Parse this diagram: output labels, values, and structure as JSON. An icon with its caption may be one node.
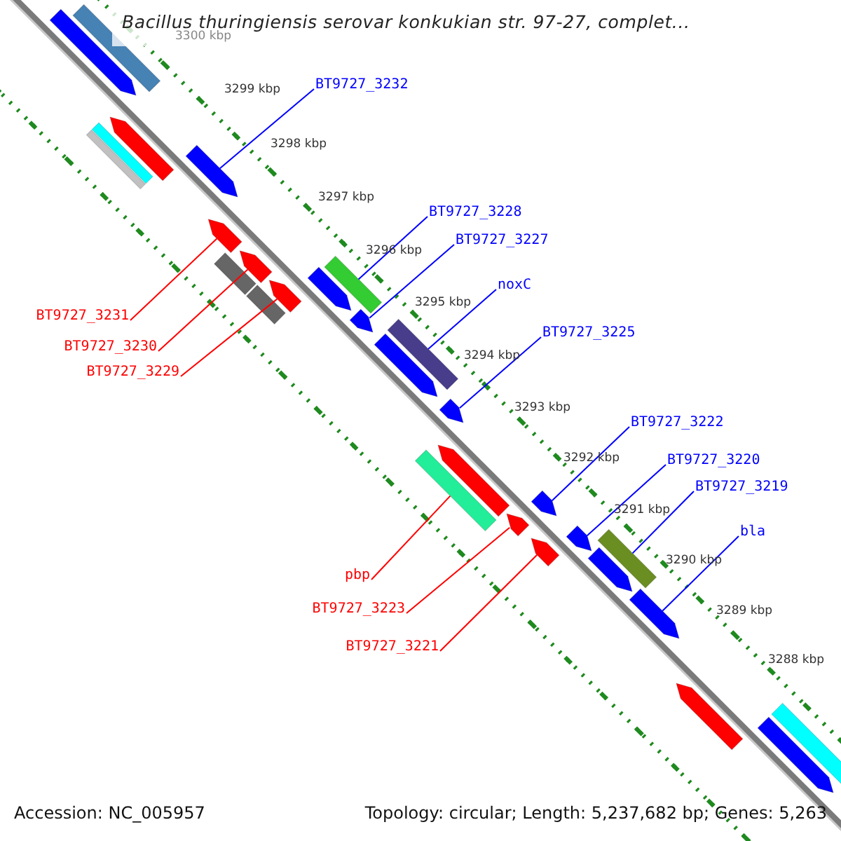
{
  "diagram": {
    "title": "Bacillus thuringiensis serovar konkukian str. 97-27, complet...",
    "nodes": [
      {
        "text": [
          "BT9727_3232"
        ]
      },
      {
        "text": [
          "BT9727_3228"
        ]
      },
      {
        "text": [
          "BT9727_3227"
        ]
      },
      {
        "text": [
          "BT9727_3231"
        ]
      },
      {
        "text": [
          "noxC"
        ]
      },
      {
        "text": [
          "BT9727_3230"
        ]
      },
      {
        "text": [
          "BT9727_3229"
        ]
      },
      {
        "text": [
          "BT9727_3225"
        ]
      },
      {
        "text": [
          "BT9727_3222"
        ]
      },
      {
        "text": [
          "BT9727_3220"
        ]
      },
      {
        "text": [
          "BT9727_3219"
        ]
      },
      {
        "text": [
          "bla"
        ]
      },
      {
        "text": [
          "pbp"
        ]
      },
      {
        "text": [
          "BT9727_3223"
        ]
      },
      {
        "text": [
          "BT9727_3221"
        ]
      },
      {
        "text": [],
        "shape": "arrow"
      },
      {
        "text": [],
        "shape": "bar"
      },
      {
        "text": [],
        "shape": "arrow"
      },
      {
        "text": [],
        "shape": "arrow"
      },
      {
        "text": [],
        "shape": "bar"
      },
      {
        "text": [],
        "shape": "arrow"
      },
      {
        "text": [],
        "shape": "arrow"
      },
      {
        "text": [],
        "shape": "arrow"
      },
      {
        "text": [],
        "shape": "arrow"
      },
      {
        "text": [],
        "shape": "arrow"
      },
      {
        "text": [],
        "shape": "bar"
      },
      {
        "text": [],
        "shape": "arrow"
      },
      {
        "text": [],
        "shape": "bar"
      },
      {
        "text": [],
        "shape": "arrow"
      },
      {
        "text": [],
        "shape": "arrow"
      }
    ],
    "edges": [
      {
        "from": 0,
        "to": 15,
        "arrow": "none"
      },
      {
        "from": 1,
        "to": 16,
        "arrow": "none"
      },
      {
        "from": 2,
        "to": 17,
        "arrow": "none"
      },
      {
        "from": 3,
        "to": 18,
        "arrow": "none",
        "color": "#ff0000"
      },
      {
        "from": 4,
        "to": 19,
        "arrow": "none"
      },
      {
        "from": 5,
        "to": 20,
        "arrow": "none",
        "color": "#ff0000"
      },
      {
        "from": 6,
        "to": 21,
        "arrow": "none",
        "color": "#ff0000"
      },
      {
        "from": 7,
        "to": 22,
        "arrow": "none"
      },
      {
        "from": 8,
        "to": 23,
        "arrow": "none"
      },
      {
        "from": 9,
        "to": 24,
        "arrow": "none"
      },
      {
        "from": 10,
        "to": 25,
        "arrow": "none"
      },
      {
        "from": 11,
        "to": 26,
        "arrow": "none"
      },
      {
        "from": 12,
        "to": 27,
        "arrow": "none",
        "color": "#ff0000"
      },
      {
        "from": 13,
        "to": 28,
        "arrow": "none",
        "color": "#ff0000"
      },
      {
        "from": 14,
        "to": 29,
        "arrow": "none",
        "color": "#ff0000"
      }
    ],
    "labels": [
      "3300 kbp",
      "3299 kbp",
      "3298 kbp",
      "3297 kbp",
      "3296 kbp",
      "3295 kbp",
      "3294 kbp",
      "3293 kbp",
      "3292 kbp",
      "3291 kbp",
      "3290 kbp",
      "3289 kbp",
      "3288 kbp",
      "Accession: NC_005957",
      "Topology: circular; Length: 5,237,682 bp; Genes: 5,263"
    ]
  }
}
